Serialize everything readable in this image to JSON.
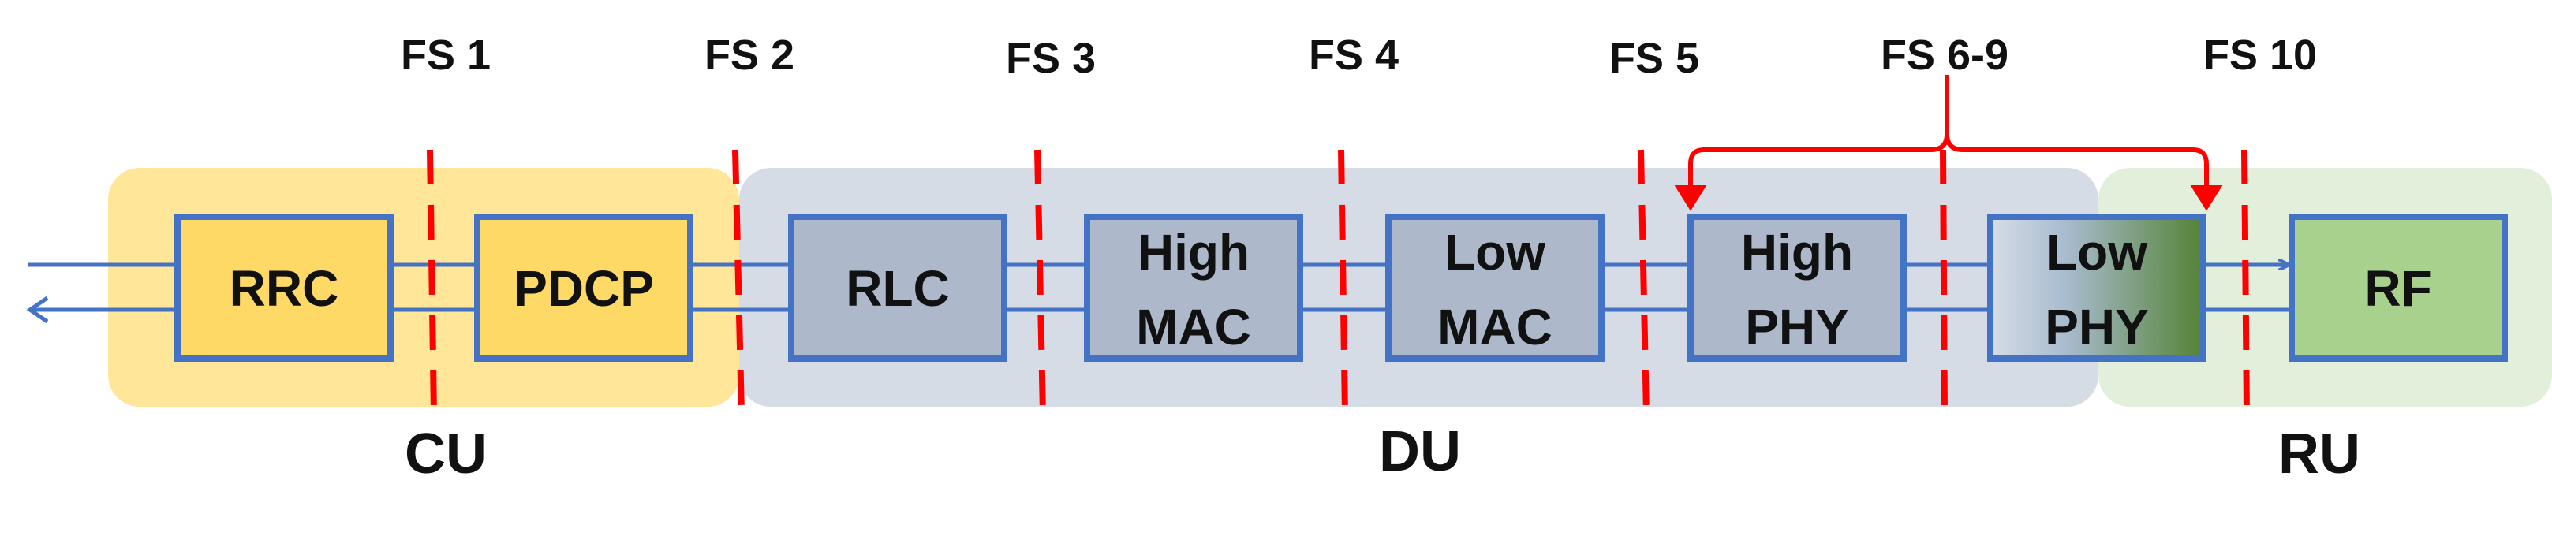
{
  "colors": {
    "cu_region": "#ffe699",
    "du_region": "#d6dce5",
    "ru_region": "#e2efda",
    "cu_block": "#ffd966",
    "du_block": "#adb9ca",
    "ru_block": "#a9d18e",
    "low_phy_gradient_dark": "#548235",
    "block_border": "#4472c4",
    "link_line": "#4472c4",
    "split_line": "#ff0000",
    "bracket": "#ff0000"
  },
  "fs_labels": [
    "FS 1",
    "FS 2",
    "FS 3",
    "FS 4",
    "FS 5",
    "FS 6-9",
    "FS 10"
  ],
  "regions": {
    "cu": "CU",
    "du": "DU",
    "ru": "RU"
  },
  "blocks": {
    "rrc": [
      "RRC"
    ],
    "pdcp": [
      "PDCP"
    ],
    "rlc": [
      "RLC"
    ],
    "high_mac": [
      "High",
      "MAC"
    ],
    "low_mac": [
      "Low",
      "MAC"
    ],
    "high_phy": [
      "High",
      "PHY"
    ],
    "low_phy": [
      "Low",
      "PHY"
    ],
    "rf": [
      "RF"
    ]
  }
}
